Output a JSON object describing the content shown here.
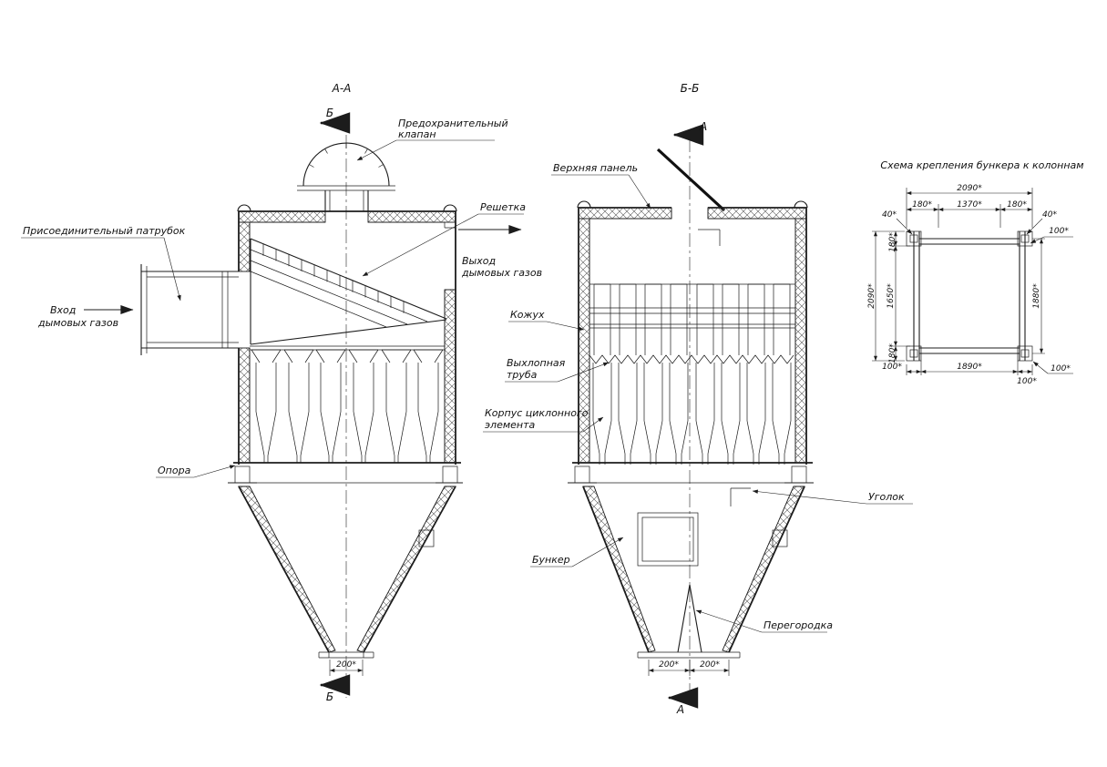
{
  "drawing": {
    "left_view": {
      "title": "А-А",
      "section_mark": "Б",
      "labels": {
        "safety_valve_1": "Предохранительный",
        "safety_valve_2": "клапан",
        "grate": "Решетка",
        "inlet_pipe": "Присоединительный патрубок",
        "inlet_1": "Вход",
        "inlet_2": "дымовых газов",
        "outlet_1": "Выход",
        "outlet_2": "дымовых газов",
        "support": "Опора",
        "outlet_dim": "200*"
      }
    },
    "middle_view": {
      "title": "Б-Б",
      "section_mark": "А",
      "labels": {
        "top_panel": "Верхняя панель",
        "casing": "Кожух",
        "exhaust_1": "Выхлопная",
        "exhaust_2": "труба",
        "cyclone_body_1": "Корпус циклонного",
        "cyclone_body_2": "элемента",
        "angle": "Уголок",
        "bunker": "Бункер",
        "partition": "Перегородка",
        "dim_left": "200*",
        "dim_right": "200*"
      }
    },
    "scheme": {
      "title": "Схема крепления бункера к колоннам",
      "dims": {
        "top_overall": "2090*",
        "top_seg_left": "180*",
        "top_seg_mid": "1370*",
        "top_seg_right": "180*",
        "offset_left_40": "40*",
        "offset_right_40": "40*",
        "right_top_100": "100*",
        "left_seg_top": "180*",
        "left_overall": "2090*",
        "left_inner": "1650*",
        "left_seg_bottom": "180*",
        "right_overall": "1880*",
        "bottom_overall": "1890*",
        "bottom_left_100": "100*",
        "bottom_right_100": "100*",
        "bottom_corner_100": "100*"
      }
    }
  }
}
